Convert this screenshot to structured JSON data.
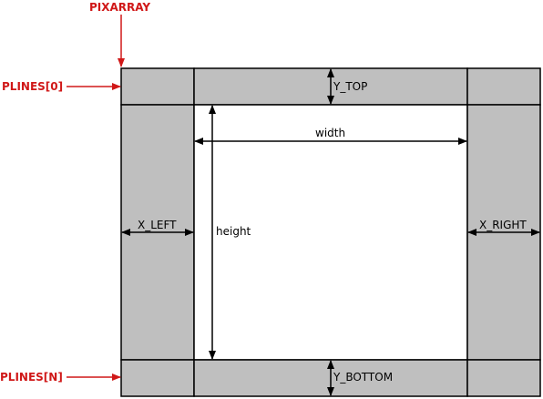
{
  "labels": {
    "pixarray": "PIXARRAY",
    "plines_first": "PLINES[0]",
    "plines_last": "PLINES[N]",
    "y_top": "Y_TOP",
    "y_bottom": "Y_BOTTOM",
    "x_left": "X_LEFT",
    "x_right": "X_RIGHT",
    "width": "width",
    "height": "height"
  },
  "colors": {
    "border_fill": "#bfbfbf",
    "inner_fill": "#ffffff",
    "outline": "#000000",
    "pointer": "#d01818"
  }
}
